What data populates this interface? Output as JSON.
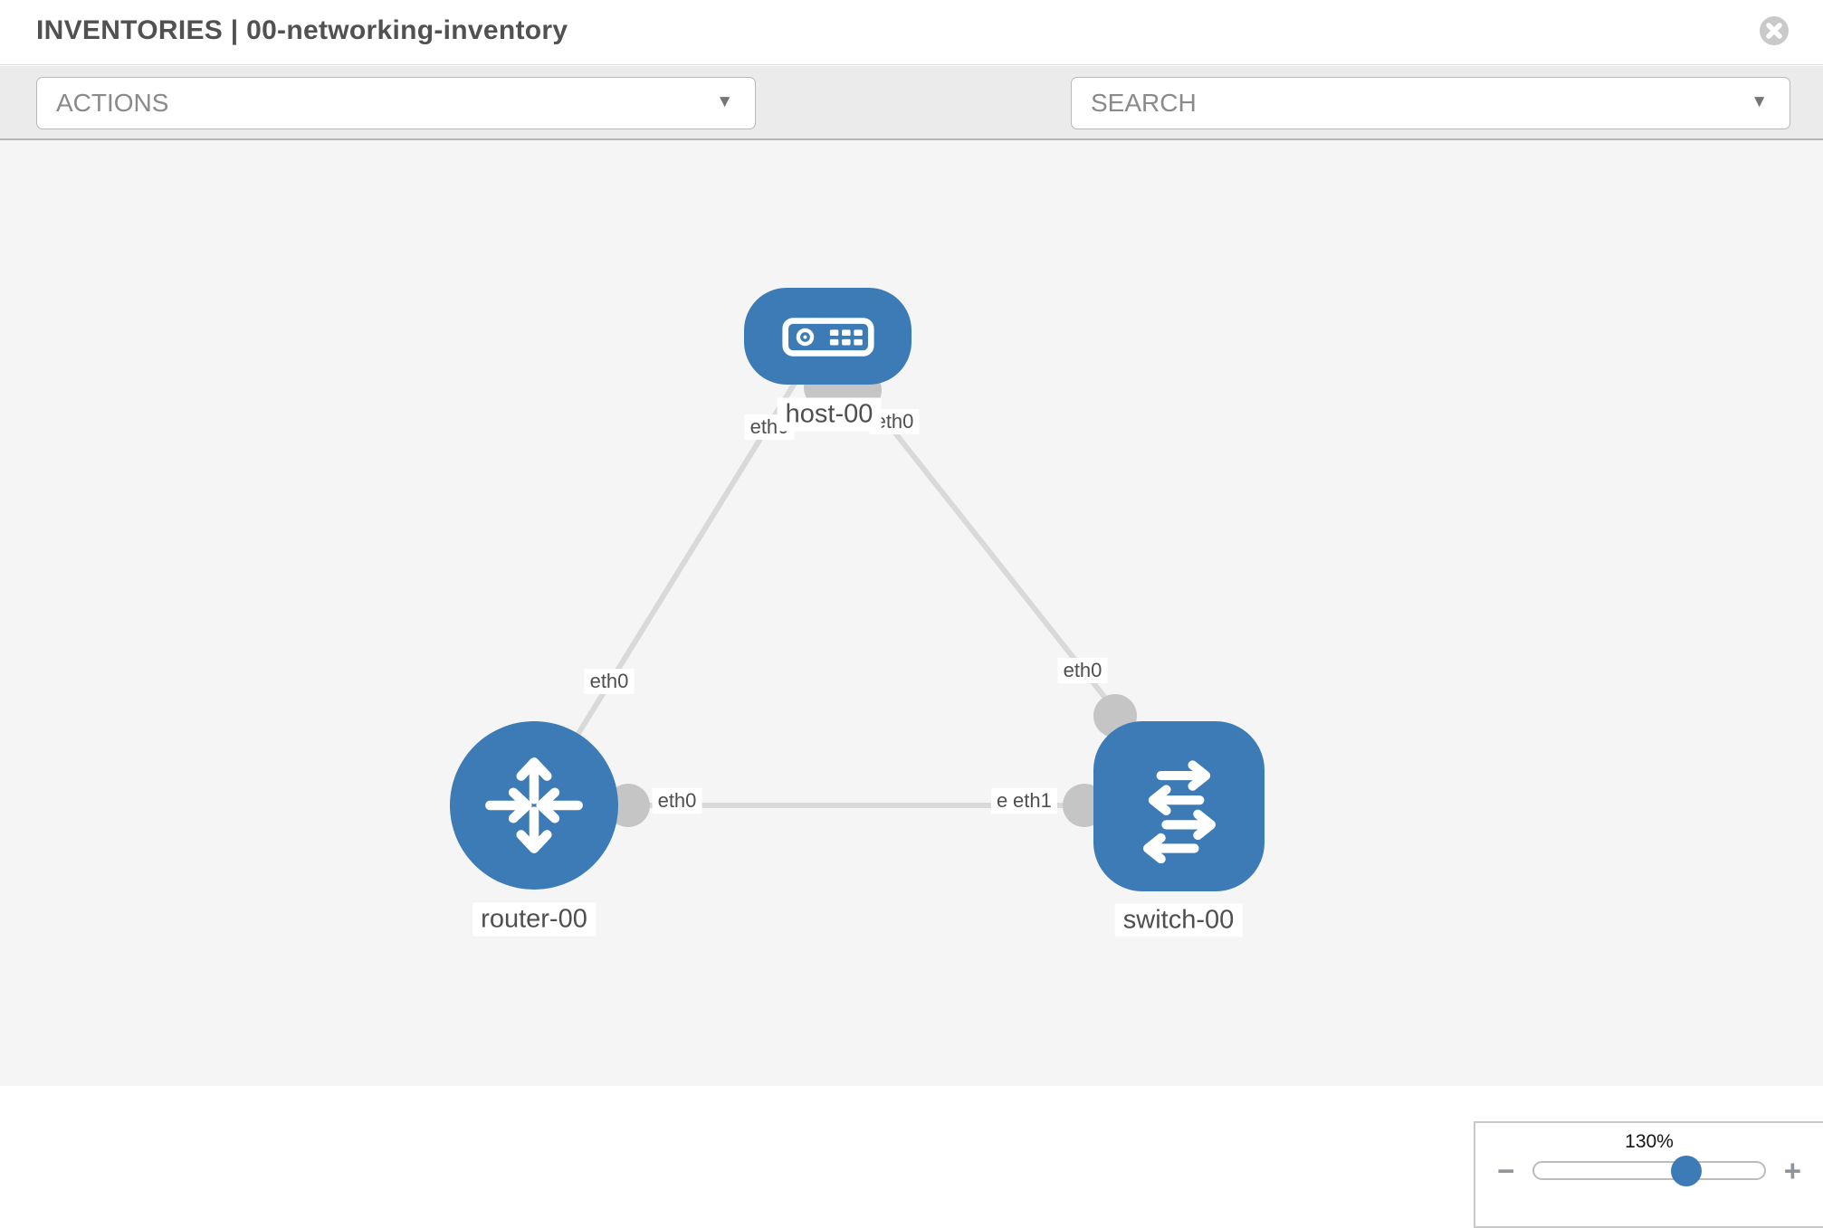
{
  "header": {
    "title": "INVENTORIES | 00-networking-inventory"
  },
  "toolbar": {
    "actions_label": "ACTIONS",
    "search_placeholder": "SEARCH",
    "caret_glyph": "▼"
  },
  "icons": {
    "close": "circle-x-icon",
    "wrench": "wrench-icon",
    "key": "key-icon"
  },
  "topology": {
    "nodes": [
      {
        "label": "host-00",
        "type": "host"
      },
      {
        "label": "router-00",
        "type": "router"
      },
      {
        "label": "switch-00",
        "type": "switch"
      }
    ],
    "links": [
      {
        "from": "host-00",
        "from_iface": "eth0",
        "to": "router-00",
        "to_iface": "eth0"
      },
      {
        "from": "host-00",
        "from_iface": "eth0",
        "to": "switch-00",
        "to_iface": "eth0"
      },
      {
        "from": "router-00",
        "from_iface": "eth0",
        "to": "switch-00",
        "to_iface": "eth1"
      }
    ],
    "iface_labels": [
      "eth0",
      "eth0",
      "eth0",
      "eth0",
      "eth0",
      "eth0",
      "eth1"
    ]
  },
  "zoom_control": {
    "level_label": "130%",
    "value": 130,
    "zoom_out_label": "−",
    "zoom_in_label": "+"
  },
  "colors": {
    "node_fill": "#3c7bb6",
    "link": "#d9d9d9",
    "connector": "#c5c5c5",
    "canvas_bg": "#f5f5f5",
    "toolbar_bg": "#ebebeb"
  }
}
